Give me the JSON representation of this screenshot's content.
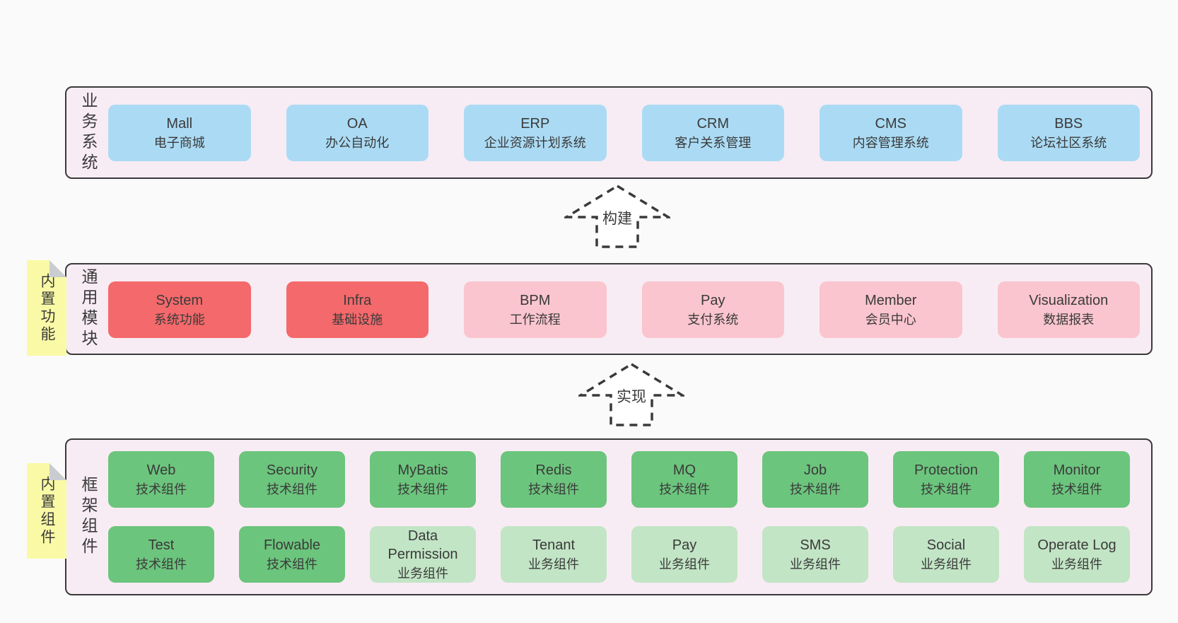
{
  "colors": {
    "page_bg": "#fafafa",
    "panel_bg": "#f8ecf4",
    "panel_border": "#3a3a3a",
    "blue_box": "#abdbf4",
    "red_box": "#f4696b",
    "pink_box": "#fac5ce",
    "green_box": "#6cc57d",
    "light_green_box": "#c2e5c5",
    "note_yellow": "#fafaa6",
    "note_fold_gray": "#c9cdd2",
    "text": "#3a3a3a"
  },
  "notes": [
    {
      "label": "内置功能"
    },
    {
      "label": "内置组件"
    }
  ],
  "arrows": [
    {
      "label": "构建"
    },
    {
      "label": "实现"
    }
  ],
  "panels": [
    {
      "label": "业务系统",
      "boxes": [
        {
          "title": "Mall",
          "subtitle": "电子商城"
        },
        {
          "title": "OA",
          "subtitle": "办公自动化"
        },
        {
          "title": "ERP",
          "subtitle": "企业资源计划系统"
        },
        {
          "title": "CRM",
          "subtitle": "客户关系管理"
        },
        {
          "title": "CMS",
          "subtitle": "内容管理系统"
        },
        {
          "title": "BBS",
          "subtitle": "论坛社区系统"
        }
      ]
    },
    {
      "label": "通用模块",
      "boxes": [
        {
          "title": "System",
          "subtitle": "系统功能"
        },
        {
          "title": "Infra",
          "subtitle": "基础设施"
        },
        {
          "title": "BPM",
          "subtitle": "工作流程"
        },
        {
          "title": "Pay",
          "subtitle": "支付系统"
        },
        {
          "title": "Member",
          "subtitle": "会员中心"
        },
        {
          "title": "Visualization",
          "subtitle": "数据报表"
        }
      ]
    },
    {
      "label": "框架组件",
      "boxes": [
        {
          "title": "Web",
          "subtitle": "技术组件"
        },
        {
          "title": "Security",
          "subtitle": "技术组件"
        },
        {
          "title": "MyBatis",
          "subtitle": "技术组件"
        },
        {
          "title": "Redis",
          "subtitle": "技术组件"
        },
        {
          "title": "MQ",
          "subtitle": "技术组件"
        },
        {
          "title": "Job",
          "subtitle": "技术组件"
        },
        {
          "title": "Protection",
          "subtitle": "技术组件"
        },
        {
          "title": "Monitor",
          "subtitle": "技术组件"
        },
        {
          "title": "Test",
          "subtitle": "技术组件"
        },
        {
          "title": "Flowable",
          "subtitle": "技术组件"
        },
        {
          "title": "Data Permission",
          "subtitle": "业务组件"
        },
        {
          "title": "Tenant",
          "subtitle": "业务组件"
        },
        {
          "title": "Pay",
          "subtitle": "业务组件"
        },
        {
          "title": "SMS",
          "subtitle": "业务组件"
        },
        {
          "title": "Social",
          "subtitle": "业务组件"
        },
        {
          "title": "Operate Log",
          "subtitle": "业务组件"
        }
      ]
    }
  ]
}
